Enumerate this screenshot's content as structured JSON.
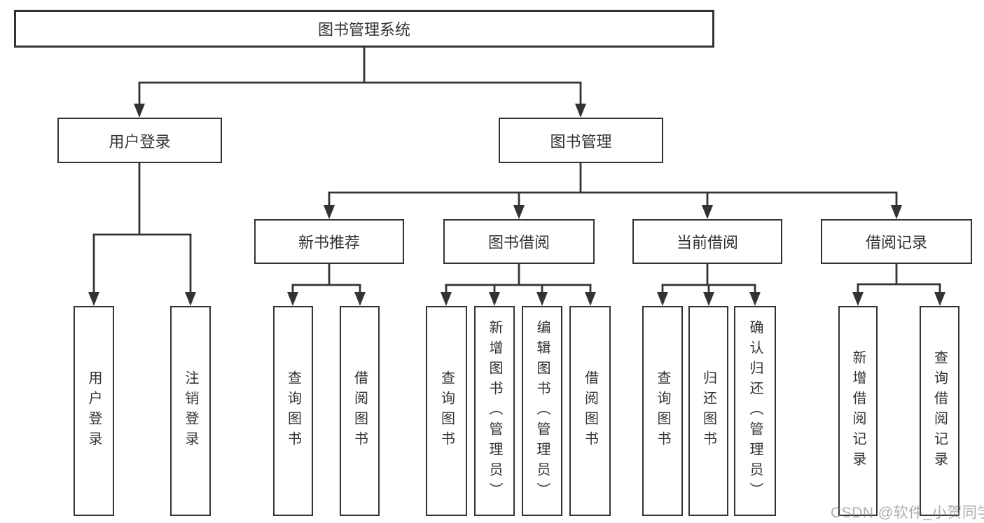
{
  "diagram": {
    "root": {
      "label": "图书管理系统"
    },
    "user_login": {
      "label": "用户登录",
      "children": [
        "用户登录",
        "注销登录"
      ]
    },
    "book_management": {
      "label": "图书管理",
      "sections": [
        {
          "label": "新书推荐",
          "children": [
            "查询图书",
            "借阅图书"
          ]
        },
        {
          "label": "图书借阅",
          "children": [
            "查询图书",
            "新增图书（管理员）",
            "编辑图书（管理员）",
            "借阅图书"
          ]
        },
        {
          "label": "当前借阅",
          "children": [
            "查询图书",
            "归还图书",
            "确认归还（管理员）"
          ]
        },
        {
          "label": "借阅记录",
          "children": [
            "新增借阅记录",
            "查询借阅记录"
          ]
        }
      ]
    }
  },
  "watermark": {
    "text": "CSDN @软件_小贺同学"
  },
  "colors": {
    "line": "#333333",
    "box_border": "#333333",
    "box_fill": "#ffffff",
    "text": "#333333",
    "background": "#ffffff",
    "watermark_gray": "#7d7d7d"
  }
}
